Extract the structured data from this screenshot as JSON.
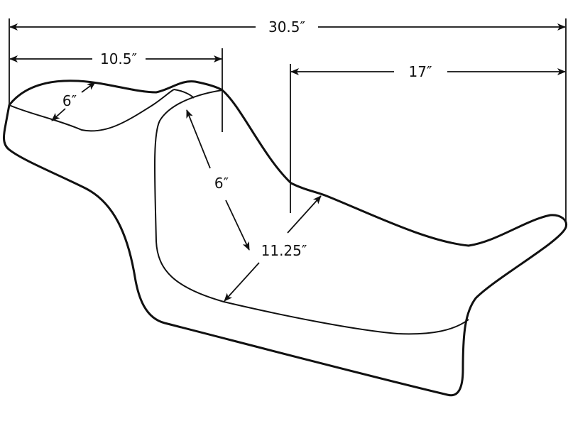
{
  "diagram": {
    "subject": "seat",
    "dimensions": {
      "overall_length": "30.5″",
      "front_length": "10.5″",
      "rear_length": "17″",
      "front_width": "6″",
      "driver_depth": "6″",
      "driver_width": "11.25″"
    },
    "line_color": "#111111",
    "background": "#ffffff"
  }
}
